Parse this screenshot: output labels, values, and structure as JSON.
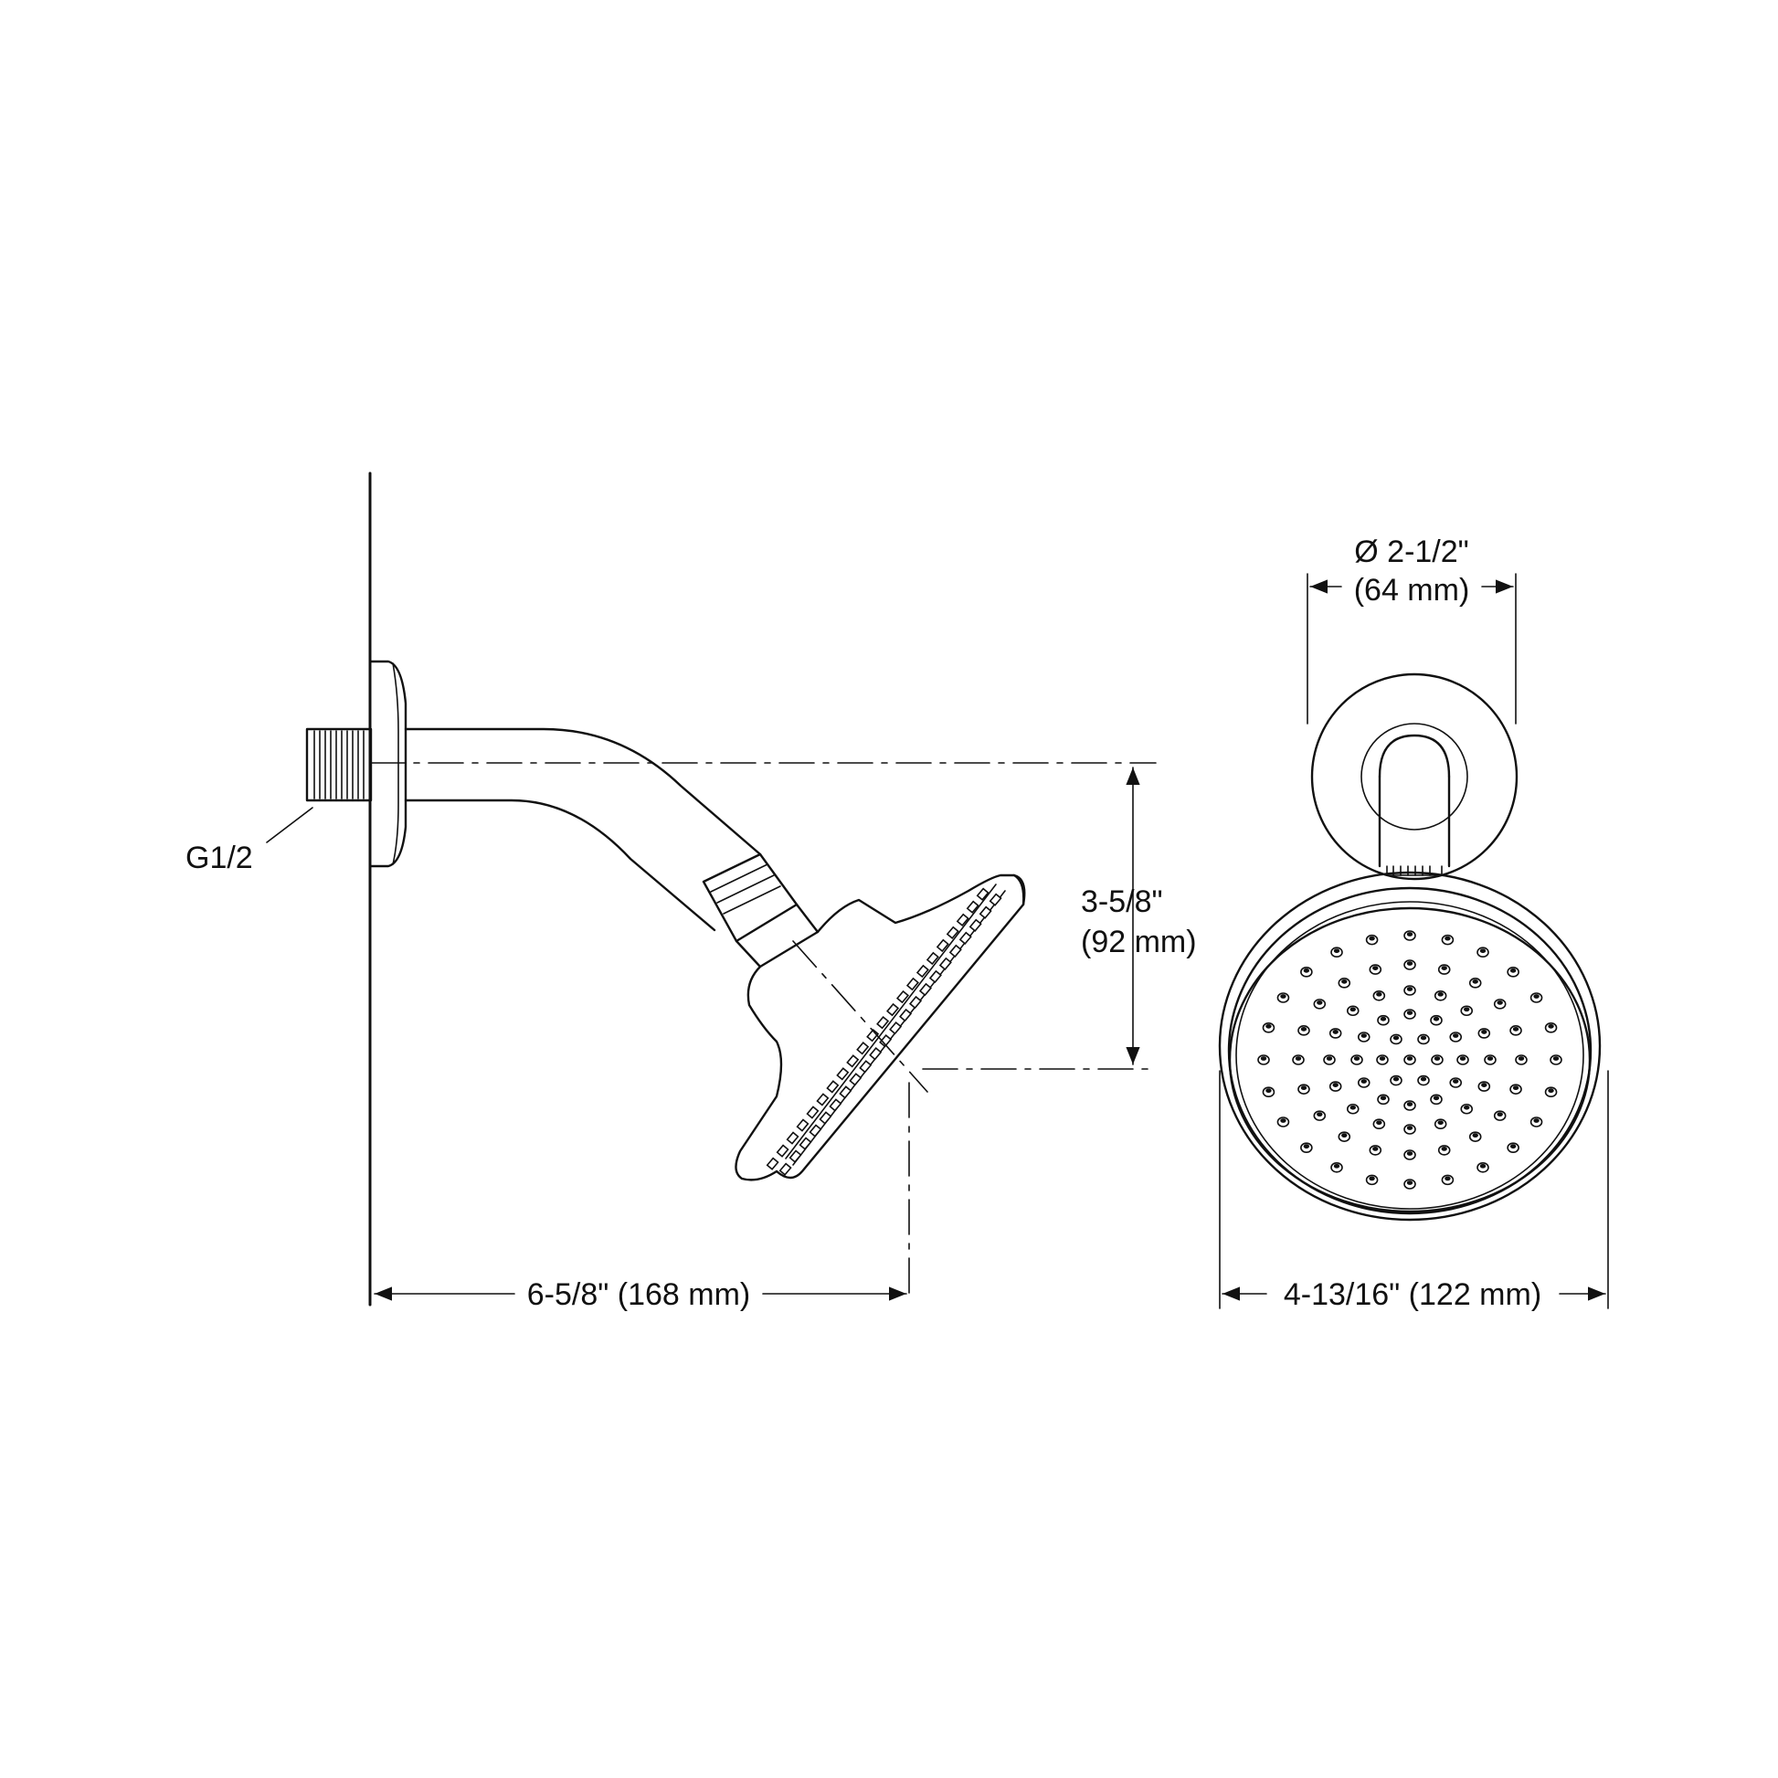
{
  "dimensions": {
    "thread": "G1/2",
    "arm_drop_in": "3-5/8\"",
    "arm_drop_mm": "(92 mm)",
    "projection": "6-5/8\" (168 mm)",
    "flange_dia_in": "Ø 2-1/2\"",
    "flange_dia_mm": "(64 mm)",
    "head_width": "4-13/16\" (122 mm)"
  },
  "colors": {
    "ink": "#111111",
    "background": "#ffffff"
  }
}
